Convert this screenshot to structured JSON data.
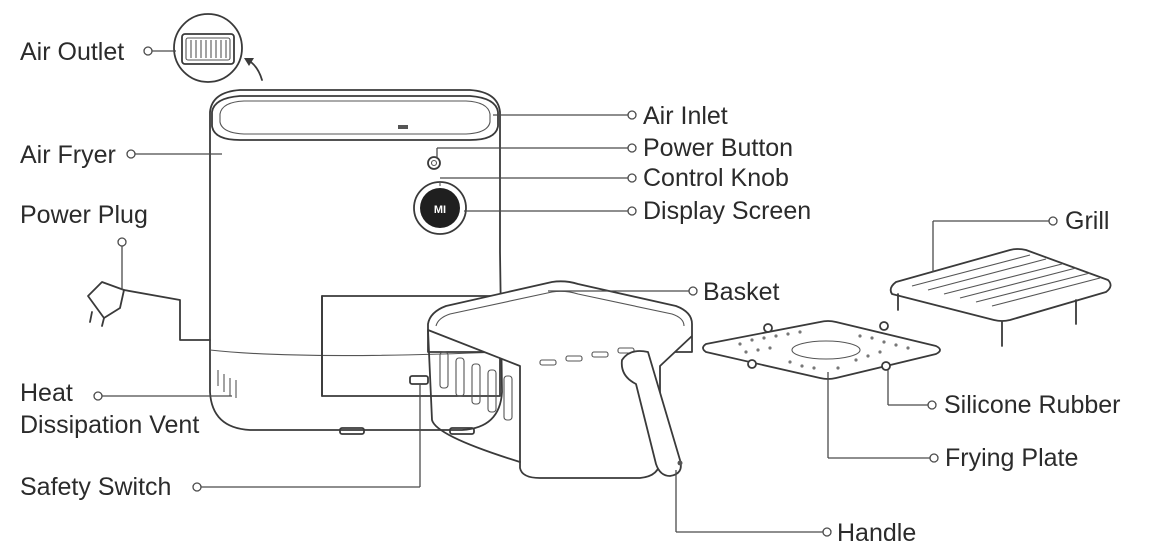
{
  "labels": {
    "air_outlet": "Air Outlet",
    "air_fryer": "Air Fryer",
    "power_plug": "Power Plug",
    "heat_vent_line1": "Heat",
    "heat_vent_line2": "Dissipation Vent",
    "safety_switch": "Safety Switch",
    "air_inlet": "Air Inlet",
    "power_button": "Power Button",
    "control_knob": "Control Knob",
    "display_screen": "Display Screen",
    "basket": "Basket",
    "grill": "Grill",
    "silicone_rubber": "Silicone Rubber",
    "frying_plate": "Frying Plate",
    "handle": "Handle"
  },
  "logo_text": "MI"
}
